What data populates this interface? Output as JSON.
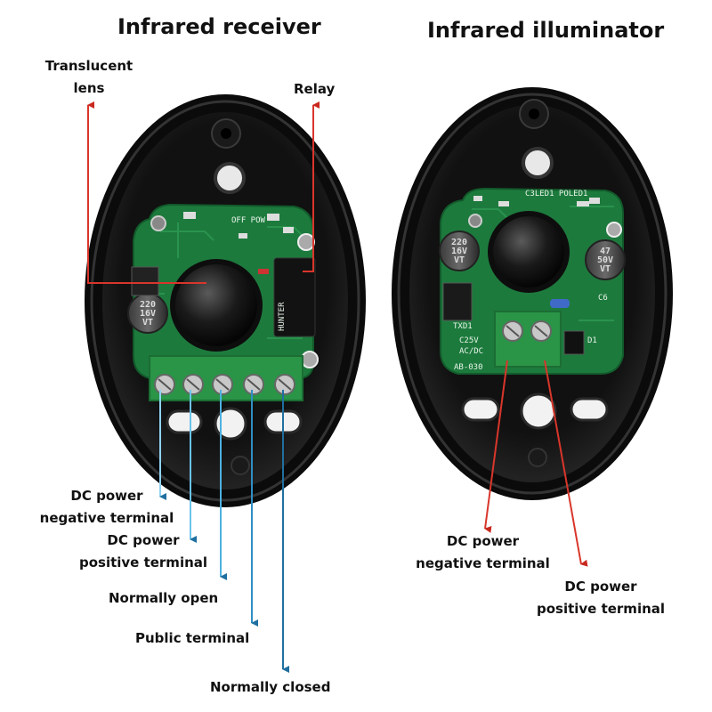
{
  "receiver": {
    "title": "Infrared receiver",
    "label_lens_line1": "Translucent",
    "label_lens_line2": "lens",
    "label_relay": "Relay",
    "terminals": [
      {
        "line1": "DC power",
        "line2": "negative terminal"
      },
      {
        "line1": "DC power",
        "line2": "positive terminal"
      },
      {
        "line1": "Normally open"
      },
      {
        "line1": "Public terminal"
      },
      {
        "line1": "Normally closed"
      }
    ],
    "board_text": [
      "OFF  POW",
      "220",
      "16V",
      "VT",
      "HUNTER"
    ]
  },
  "illuminator": {
    "title": "Infrared illuminator",
    "terminals": [
      {
        "line1": "DC power",
        "line2": "negative terminal"
      },
      {
        "line1": "DC power",
        "line2": "positive terminal"
      }
    ],
    "board_text": [
      "C3LED1 POLED1",
      "220",
      "16V",
      "VT",
      "47",
      "50V",
      "VT",
      "TXD1",
      "C25V",
      "AC/DC",
      "AB-030",
      "D1",
      "C6"
    ]
  },
  "colors": {
    "pcb": "#1d7a3d",
    "terminal_block": "#2a9447",
    "housing": "#0d0d0d",
    "arrow_blue": "#3da9d9",
    "arrow_red": "#d9362b"
  }
}
